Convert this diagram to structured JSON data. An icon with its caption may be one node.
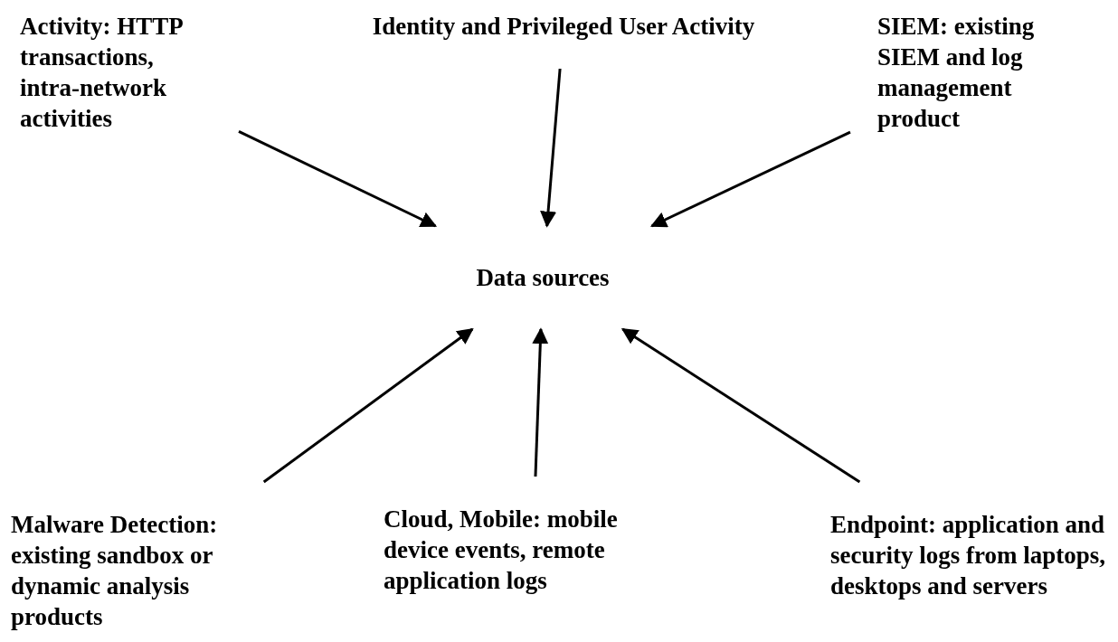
{
  "diagram": {
    "nodes": [
      {
        "text": [
          "Activity: HTTP transactions, intra-network activities"
        ]
      },
      {
        "text": [
          "Identity and Privileged User Activity"
        ]
      },
      {
        "text": [
          "SIEM: existing SIEM and log management product"
        ]
      },
      {
        "text": [
          "Data sources"
        ]
      },
      {
        "text": [
          "Malware Detection: existing sandbox or dynamic analysis products"
        ]
      },
      {
        "text": [
          "Cloud, Mobile: mobile device events, remote application logs"
        ]
      },
      {
        "text": [
          "Endpoint: application and security logs from laptops, desktops and servers"
        ]
      }
    ],
    "edges": [
      {
        "from": 0,
        "to": 3,
        "arrow": "to"
      },
      {
        "from": 1,
        "to": 3,
        "arrow": "to"
      },
      {
        "from": 2,
        "to": 3,
        "arrow": "to"
      },
      {
        "from": 4,
        "to": 3,
        "arrow": "to"
      },
      {
        "from": 5,
        "to": 3,
        "arrow": "to"
      },
      {
        "from": 6,
        "to": 3,
        "arrow": "to"
      }
    ]
  }
}
